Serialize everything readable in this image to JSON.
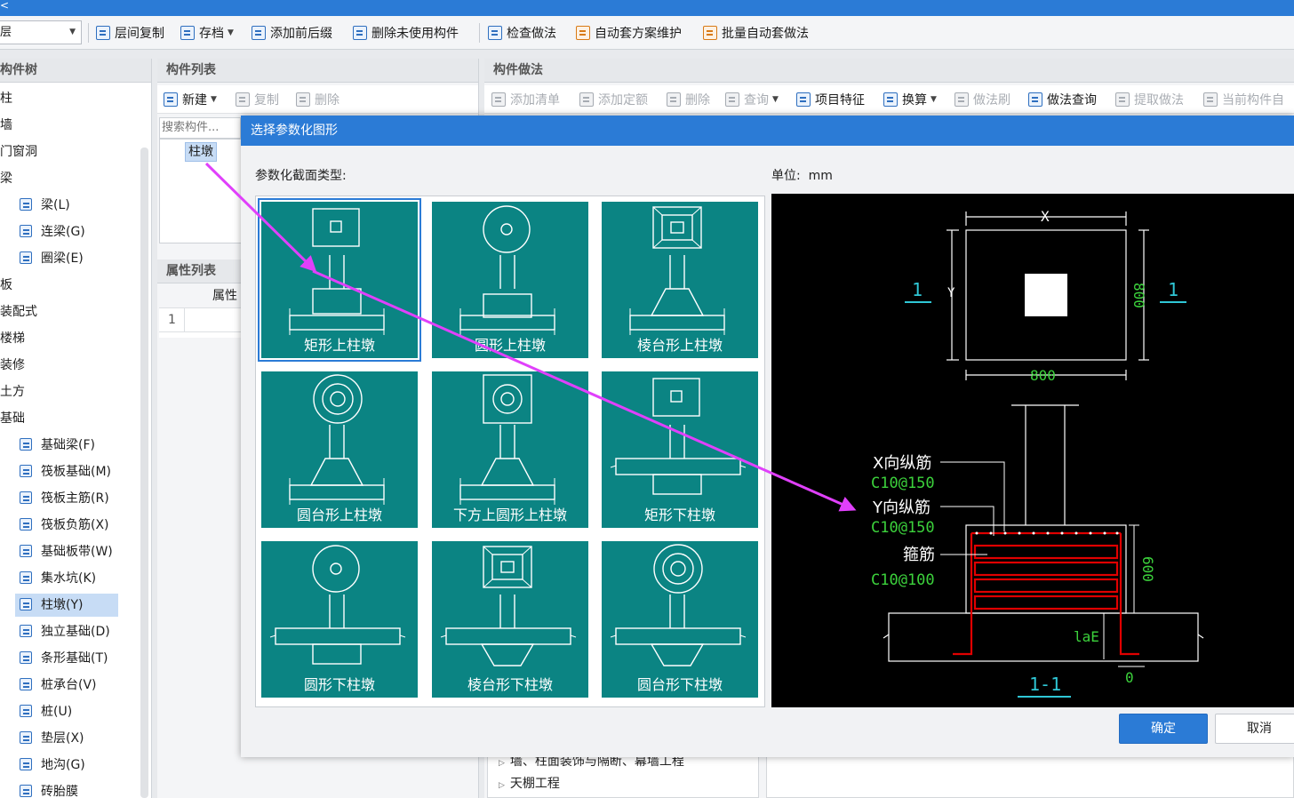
{
  "titlebar": {
    "glyph": "<"
  },
  "toolbar": {
    "select_value": "层",
    "buttons": [
      {
        "label": "层间复制",
        "icon": "copy-floor-icon"
      },
      {
        "label": "存档",
        "icon": "archive-icon",
        "has_dropdown": true
      },
      {
        "label": "添加前后缀",
        "icon": "add-prefix-icon"
      },
      {
        "label": "删除未使用构件",
        "icon": "delete-unused-icon"
      },
      {
        "label": "检查做法",
        "icon": "check-method-icon"
      },
      {
        "label": "自动套方案维护",
        "icon": "auto-scheme-icon"
      },
      {
        "label": "批量自动套做法",
        "icon": "batch-auto-icon"
      }
    ]
  },
  "left_panel": {
    "title": "构件树",
    "items": [
      {
        "label": "柱",
        "level": 0
      },
      {
        "label": "墙",
        "level": 0
      },
      {
        "label": "门窗洞",
        "level": 0
      },
      {
        "label": "梁",
        "level": 0
      },
      {
        "label": "梁(L)",
        "level": 1,
        "icon": "beam-icon"
      },
      {
        "label": "连梁(G)",
        "level": 1,
        "icon": "link-beam-icon"
      },
      {
        "label": "圈梁(E)",
        "level": 1,
        "icon": "ring-beam-icon"
      },
      {
        "label": "板",
        "level": 0
      },
      {
        "label": "装配式",
        "level": 0
      },
      {
        "label": "楼梯",
        "level": 0
      },
      {
        "label": "装修",
        "level": 0
      },
      {
        "label": "土方",
        "level": 0
      },
      {
        "label": "基础",
        "level": 0
      },
      {
        "label": "基础梁(F)",
        "level": 1,
        "icon": "foundation-beam-icon"
      },
      {
        "label": "筏板基础(M)",
        "level": 1,
        "icon": "raft-foundation-icon"
      },
      {
        "label": "筏板主筋(R)",
        "level": 1,
        "icon": "raft-main-rebar-icon"
      },
      {
        "label": "筏板负筋(X)",
        "level": 1,
        "icon": "raft-neg-rebar-icon"
      },
      {
        "label": "基础板带(W)",
        "level": 1,
        "icon": "foundation-strip-icon"
      },
      {
        "label": "集水坑(K)",
        "level": 1,
        "icon": "sump-icon"
      },
      {
        "label": "柱墩(Y)",
        "level": 1,
        "icon": "column-pier-icon",
        "selected": true
      },
      {
        "label": "独立基础(D)",
        "level": 1,
        "icon": "isolated-foundation-icon"
      },
      {
        "label": "条形基础(T)",
        "level": 1,
        "icon": "strip-foundation-icon"
      },
      {
        "label": "桩承台(V)",
        "level": 1,
        "icon": "pile-cap-icon"
      },
      {
        "label": "桩(U)",
        "level": 1,
        "icon": "pile-icon"
      },
      {
        "label": "垫层(X)",
        "level": 1,
        "icon": "cushion-icon"
      },
      {
        "label": "地沟(G)",
        "level": 1,
        "icon": "trench-icon"
      },
      {
        "label": "砖胎膜",
        "level": 1,
        "icon": "brick-mold-icon"
      }
    ]
  },
  "mid_panel": {
    "title": "构件列表",
    "new_label": "新建",
    "copy_label": "复制",
    "delete_label": "删除",
    "search_placeholder": "搜索构件...",
    "component": "柱墩",
    "prop_title": "属性列表",
    "prop_col": "属性",
    "row_index": "1"
  },
  "right_panel": {
    "title": "构件做法",
    "buttons": [
      {
        "label": "添加清单",
        "disabled": true
      },
      {
        "label": "添加定额",
        "disabled": true
      },
      {
        "label": "删除",
        "disabled": true
      },
      {
        "label": "查询",
        "disabled": true,
        "has_dropdown": true
      },
      {
        "label": "项目特征",
        "disabled": false
      },
      {
        "label": "换算",
        "disabled": false,
        "has_dropdown": true
      },
      {
        "label": "做法刷",
        "disabled": true
      },
      {
        "label": "做法查询",
        "disabled": false
      },
      {
        "label": "提取做法",
        "disabled": true
      },
      {
        "label": "当前构件自",
        "disabled": true
      }
    ],
    "tree": [
      "墙、柱面装饰与隔断、幕墙工程",
      "天棚工程"
    ]
  },
  "dialog": {
    "title": "选择参数化图形",
    "section_label": "参数化截面类型:",
    "unit_label": "单位:",
    "unit_value": "mm",
    "shapes": [
      {
        "label": "矩形上柱墩",
        "top": "square",
        "selected": true
      },
      {
        "label": "圆形上柱墩",
        "top": "circle"
      },
      {
        "label": "棱台形上柱墩",
        "top": "frustum"
      },
      {
        "label": "圆台形上柱墩",
        "top": "double-circle"
      },
      {
        "label": "下方上圆形上柱墩",
        "top": "square-circle"
      },
      {
        "label": "矩形下柱墩",
        "top": "square"
      },
      {
        "label": "圆形下柱墩",
        "top": "circle"
      },
      {
        "label": "棱台形下柱墩",
        "top": "frustum"
      },
      {
        "label": "圆台形下柱墩",
        "top": "double-circle"
      }
    ],
    "preview": {
      "plan_x": "X",
      "plan_y": "Y",
      "plan_width": "800",
      "plan_height": "800",
      "section_mark": "1",
      "x_rebar_label": "X向纵筋",
      "x_rebar_value": "C10@150",
      "y_rebar_label": "Y向纵筋",
      "y_rebar_value": "C10@150",
      "stirrup_label": "箍筋",
      "stirrup_value": "C10@100",
      "height_value": "600",
      "anchor_label": "laE",
      "offset_value": "0",
      "section_title": "1-1"
    },
    "ok_label": "确定",
    "cancel_label": "取消"
  },
  "colors": {
    "accent": "#2b7bd6",
    "tile": "#0b8483",
    "annotation_arrow": "#e040fb",
    "rebar": "#e00000",
    "dim_green": "#3cd23c",
    "dim_cyan": "#2fc7d6"
  }
}
